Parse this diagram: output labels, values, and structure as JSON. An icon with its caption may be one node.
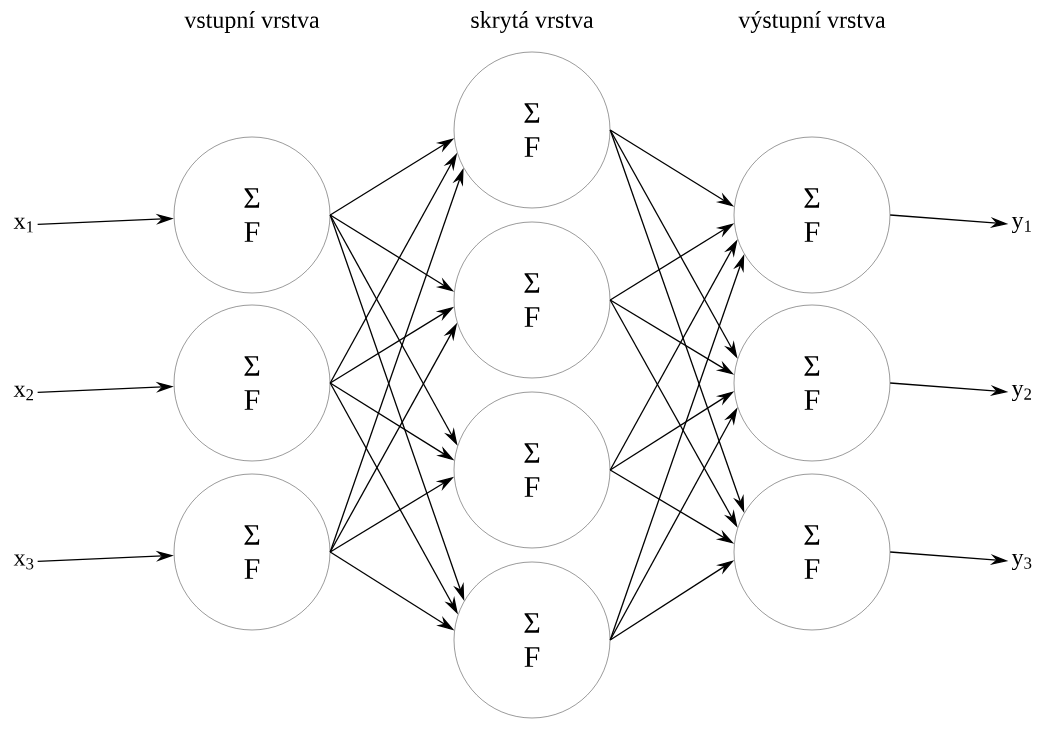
{
  "diagram": {
    "nodes": [
      {
        "text": [
          "x$_{1}$"
        ]
      },
      {
        "text": [
          "x$_{2}$"
        ]
      },
      {
        "text": [
          "x$_{3}$"
        ]
      },
      {
        "text": [
          "Σ",
          "F"
        ]
      },
      {
        "text": [
          "Σ",
          "F"
        ]
      },
      {
        "text": [
          "Σ",
          "F"
        ]
      },
      {
        "text": [
          "Σ",
          "F"
        ]
      },
      {
        "text": [
          "Σ",
          "F"
        ]
      },
      {
        "text": [
          "Σ",
          "F"
        ]
      },
      {
        "text": [
          "Σ",
          "F"
        ]
      },
      {
        "text": [
          "Σ",
          "F"
        ]
      },
      {
        "text": [
          "Σ",
          "F"
        ]
      },
      {
        "text": [
          "Σ",
          "F"
        ]
      },
      {
        "text": [
          "y$_{1}$"
        ]
      },
      {
        "text": [
          "y$_{2}$"
        ]
      },
      {
        "text": [
          "y$_{3}$"
        ]
      }
    ],
    "edges": [
      {
        "from": 0,
        "to": 3,
        "arrow": "to"
      },
      {
        "from": 1,
        "to": 4,
        "arrow": "to"
      },
      {
        "from": 2,
        "to": 5,
        "arrow": "to"
      },
      {
        "from": 3,
        "to": 6,
        "arrow": "to"
      },
      {
        "from": 3,
        "to": 7,
        "arrow": "to"
      },
      {
        "from": 3,
        "to": 8,
        "arrow": "to"
      },
      {
        "from": 3,
        "to": 9,
        "arrow": "to"
      },
      {
        "from": 4,
        "to": 6,
        "arrow": "to"
      },
      {
        "from": 4,
        "to": 7,
        "arrow": "to"
      },
      {
        "from": 4,
        "to": 8,
        "arrow": "to"
      },
      {
        "from": 4,
        "to": 9,
        "arrow": "to"
      },
      {
        "from": 5,
        "to": 6,
        "arrow": "to"
      },
      {
        "from": 5,
        "to": 7,
        "arrow": "to"
      },
      {
        "from": 5,
        "to": 8,
        "arrow": "to"
      },
      {
        "from": 5,
        "to": 9,
        "arrow": "to"
      },
      {
        "from": 6,
        "to": 10,
        "arrow": "to"
      },
      {
        "from": 6,
        "to": 11,
        "arrow": "to"
      },
      {
        "from": 6,
        "to": 12,
        "arrow": "to"
      },
      {
        "from": 7,
        "to": 10,
        "arrow": "to"
      },
      {
        "from": 7,
        "to": 11,
        "arrow": "to"
      },
      {
        "from": 7,
        "to": 12,
        "arrow": "to"
      },
      {
        "from": 8,
        "to": 10,
        "arrow": "to"
      },
      {
        "from": 8,
        "to": 11,
        "arrow": "to"
      },
      {
        "from": 8,
        "to": 12,
        "arrow": "to"
      },
      {
        "from": 9,
        "to": 10,
        "arrow": "to"
      },
      {
        "from": 9,
        "to": 11,
        "arrow": "to"
      },
      {
        "from": 9,
        "to": 12,
        "arrow": "to"
      },
      {
        "from": 10,
        "to": 13,
        "arrow": "to"
      },
      {
        "from": 11,
        "to": 14,
        "arrow": "to"
      },
      {
        "from": 12,
        "to": 15,
        "arrow": "to"
      }
    ],
    "labels": [
      "vstupní vrstva",
      "skrytá vrstva",
      "výstupní vrstva"
    ]
  }
}
